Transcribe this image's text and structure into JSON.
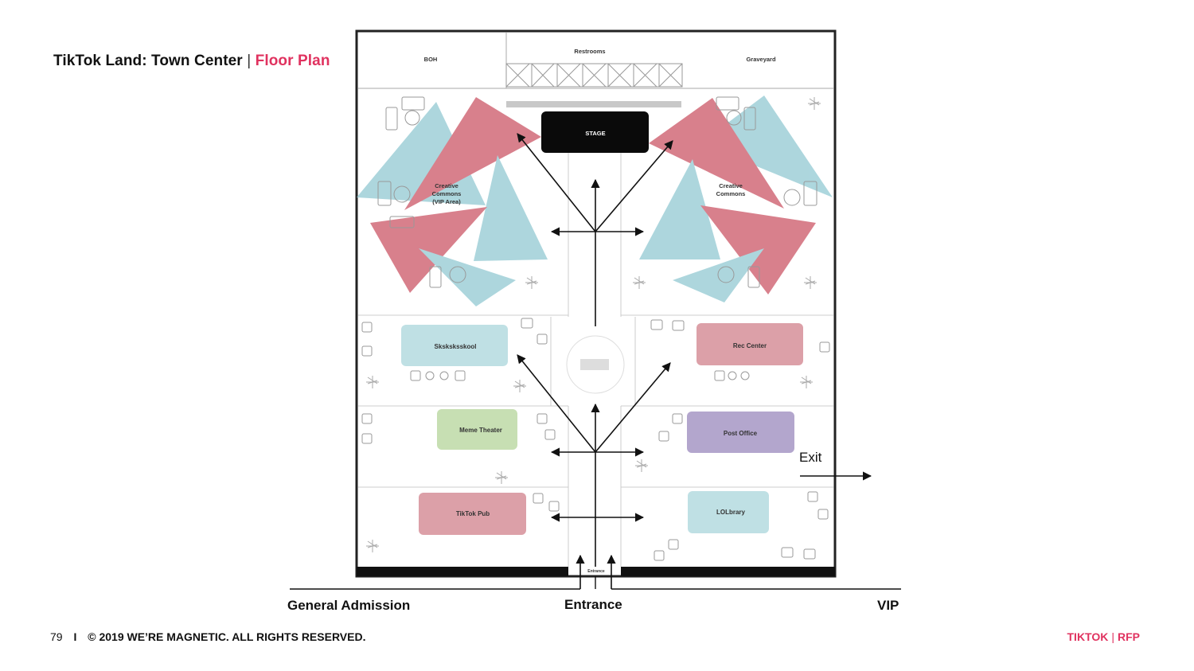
{
  "header": {
    "title_main": "TikTok Land: Town Center",
    "title_sep": "|",
    "title_accent": "Floor Plan"
  },
  "floorplan": {
    "top_rooms": {
      "boh": "BOH",
      "restrooms": "Restrooms",
      "graveyard": "Graveyard"
    },
    "stage": "STAGE",
    "vip_commons": [
      "Creative",
      "Commons",
      "(VIP Area)"
    ],
    "commons": [
      "Creative",
      "Commons"
    ],
    "rooms": {
      "sksksk": "Sksksksskool",
      "rec_center": "Rec Center",
      "meme_theater": "Meme Theater",
      "post_office": "Post Office",
      "tiktok_pub": "TikTok Pub",
      "lolbrary": "LOLbrary"
    },
    "entrance_small": "Entrance",
    "colors": {
      "pink": "#dca0a8",
      "blue": "#bfe0e4",
      "green": "#c7dfb3",
      "purple": "#b3a6cd",
      "cone_red": "#d26a78",
      "cone_blue": "#9fd0d8"
    }
  },
  "labels": {
    "general_admission": "General Admission",
    "entrance": "Entrance",
    "vip": "VIP",
    "exit": "Exit"
  },
  "footer": {
    "page_number": "79",
    "bar": "I",
    "copyright": "© 2019 WE’RE MAGNETIC. ALL RIGHTS RESERVED.",
    "brand": "TIKTOK",
    "brand_sep": "|",
    "doc": "RFP"
  }
}
